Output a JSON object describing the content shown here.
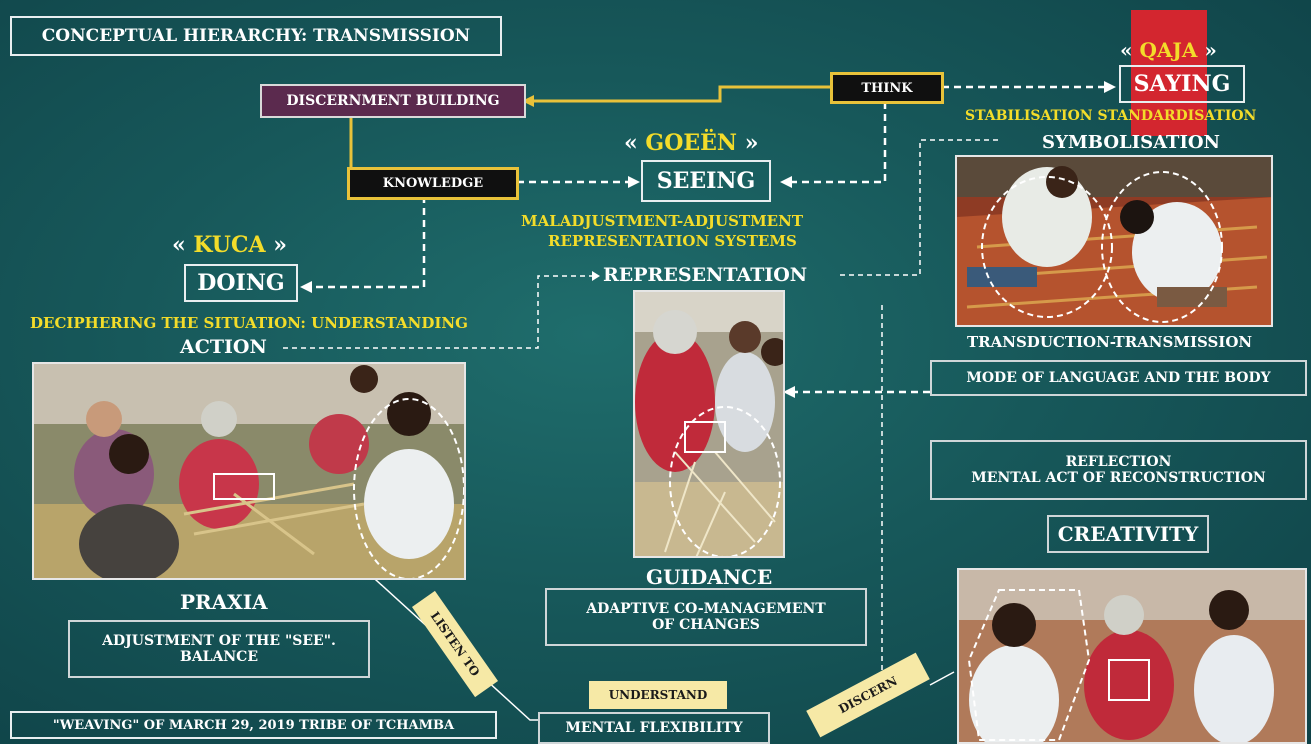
{
  "title": "CONCEPTUAL HIERARCHY: TRANSMISSION",
  "discernment": "DISCERNMENT BUILDING",
  "think": "THINK",
  "knowledge": "KNOWLEDGE",
  "qaja": {
    "open": "«",
    "word": "QAJA",
    "close": "»",
    "verb": "SAYING"
  },
  "goeen": {
    "open": "«",
    "word": "GOEËN",
    "close": "»",
    "verb": "SEEING"
  },
  "kuca": {
    "open": "«",
    "word": "KUCA",
    "close": "»",
    "verb": "DOING"
  },
  "stabilisation": "STABILISATION STANDARDISATION",
  "symbolisation": "SYMBOLISATION",
  "maladjustment": "MALADJUSTMENT-ADJUSTMENT",
  "representation_systems": "REPRESENTATION SYSTEMS",
  "representation": "REPRESENTATION",
  "deciphering": "DECIPHERING THE SITUATION: UNDERSTANDING",
  "action": "ACTION",
  "transduction": "TRANSDUCTION-TRANSMISSION",
  "mode_language": "MODE OF LANGUAGE AND THE BODY",
  "reflection_1": "REFLECTION",
  "reflection_2": "MENTAL ACT OF RECONSTRUCTION",
  "creativity": "CREATIVITY",
  "praxia": "PRAXIA",
  "adjustment_1": "ADJUSTMENT OF THE \"SEE\".",
  "adjustment_2": "BALANCE",
  "guidance": "GUIDANCE",
  "adaptive_1": "ADAPTIVE CO-MANAGEMENT",
  "adaptive_2": "OF CHANGES",
  "listen": "LISTEN TO",
  "understand": "UNDERSTAND",
  "discern": "DISCERN",
  "flexibility": "MENTAL FLEXIBILITY",
  "footer": "\"WEAVING\" OF MARCH 29, 2019 TRIBE OF TCHAMBA",
  "colors": {
    "background": "#17585a",
    "yellow": "#f3dc2a",
    "red": "#d3262f",
    "purple": "#5b2a4e",
    "gold": "#f6e9a6"
  }
}
